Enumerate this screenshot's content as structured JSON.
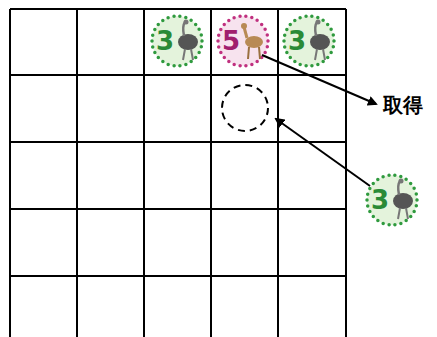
{
  "diagram": {
    "nodes": [
      {
        "text": [
          "3"
        ]
      },
      {
        "text": [
          "5"
        ]
      },
      {
        "text": [
          "3"
        ]
      },
      {
        "text": [
          "3"
        ]
      }
    ],
    "labels": [
      "取得"
    ]
  }
}
